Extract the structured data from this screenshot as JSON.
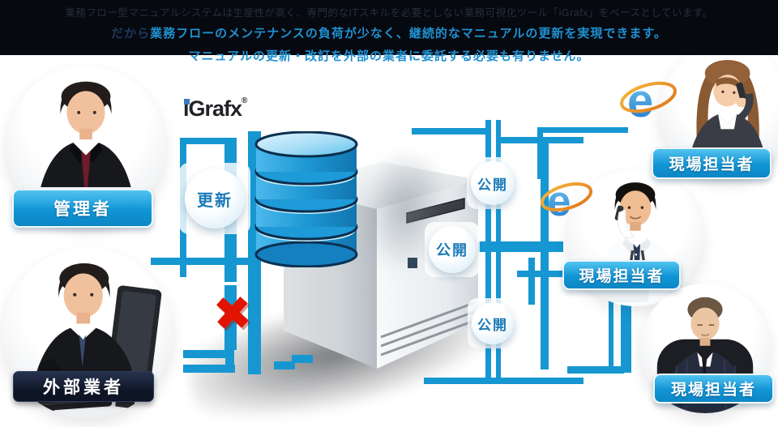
{
  "header": {
    "line1": "業務フロー型マニュアルシステムは生産性が高く、専門的なITスキルを必要としない業務可視化ツール「iGrafx」をベースとしています。",
    "line2_prefix": "だから",
    "line2_main": "業務フローのメンテナンスの負荷が少なく、継続的なマニュアルの更新を実現できます。",
    "line3": "マニュアルの更新・改訂を外部の業者に委託する必要も有りません。"
  },
  "logo": {
    "text": "iGrafx",
    "reg": "®"
  },
  "actors": {
    "admin": {
      "label": "管理者"
    },
    "vendor": {
      "label": "外部業者"
    },
    "field_top": {
      "label": "現場担当者"
    },
    "field_middle": {
      "label": "現場担当者"
    },
    "field_bottom": {
      "label": "現場担当者"
    }
  },
  "badges": {
    "update": "更新",
    "publish": "公開"
  },
  "icons": {
    "browser_e": "e",
    "blocked_x": "✖"
  },
  "colors": {
    "accent_blue": "#1697d1",
    "badge_text": "#1a7ab8",
    "banner_bg": "#06090f",
    "banner_blue": "#2090d0",
    "label_blue": "#1195d5",
    "label_navy": "#0d1424",
    "error_red": "#e21300",
    "ie_blue": "#1a73c4",
    "ie_orange": "#ef8c1a",
    "db_blue": "#1e97d4"
  }
}
